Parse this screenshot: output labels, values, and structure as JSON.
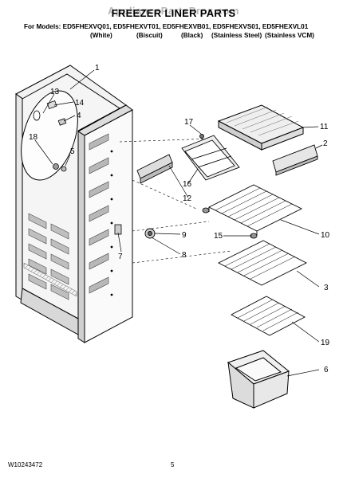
{
  "watermark": "AppliancePartsPros.com",
  "title": "FREEZER LINER PARTS",
  "models_line": "For Models: ED5FHEXVQ01, ED5FHEXVT01, ED5FHEXVB01, ED5FHEXVS01, ED5FHEXVL01",
  "color_variants": [
    "(White)",
    "(Biscuit)",
    "(Black)",
    "(Stainless Steel)",
    "(Stainless VCM)"
  ],
  "callouts": [
    "1",
    "13",
    "14",
    "4",
    "18",
    "5",
    "17",
    "11",
    "2",
    "16",
    "12",
    "10",
    "15",
    "9",
    "8",
    "7",
    "3",
    "19",
    "6"
  ],
  "footer": {
    "doc_number": "W10243472",
    "page_number": "5"
  }
}
